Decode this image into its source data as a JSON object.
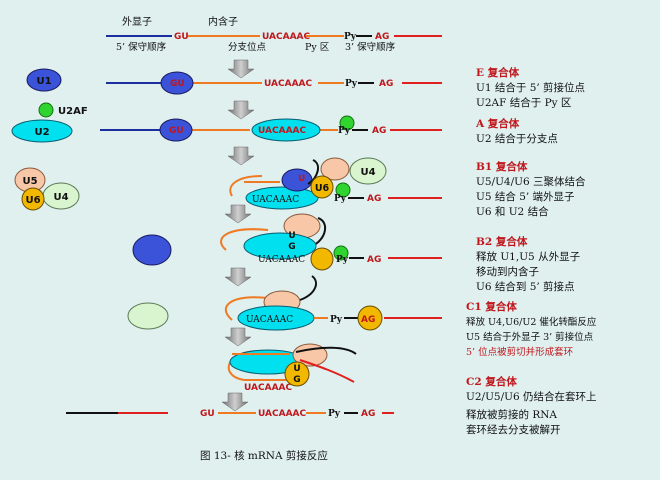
{
  "top_labels": {
    "exon": "外显子",
    "intron": "内含子",
    "seq_gu": "GU",
    "seq_uacaaac": "UACAAAC",
    "seq_py": "Py",
    "seq_ag": "AG",
    "conserved_5": "5’ 保守顺序",
    "branch_site": "分支位点",
    "py_region": "Py 区",
    "conserved_3": "3’ 保守顺序"
  },
  "particles": {
    "u1": "U1",
    "u2af": "U2AF",
    "u2": "U2",
    "u4": "U4",
    "u5": "U5",
    "u6": "U6",
    "u": "U",
    "g": "G"
  },
  "complexes": [
    {
      "title": "E 复合体",
      "lines": [
        "U1 结合于 5’ 剪接位点",
        "U2AF 结合于 Py 区"
      ]
    },
    {
      "title": "A 复合体",
      "lines": [
        "U2 结合于分支点"
      ]
    },
    {
      "title": "B1 复合体",
      "lines": [
        "U5/U4/U6 三聚体结合",
        "U5 结合 5’ 端外显子",
        "U6 和 U2 结合"
      ]
    },
    {
      "title": "B2 复合体",
      "lines": [
        "释放 U1,U5 从外显子",
        "移动到内含子",
        "U6 结合到 5’ 剪接点"
      ]
    },
    {
      "title": "C1 复合体",
      "lines": [
        "释放 U4,U6/U2 催化转酯反应",
        "U5 结合于外显子 3’ 剪接位点"
      ],
      "red_line": "5’ 位点被剪切并形成套环"
    },
    {
      "title": "C2 复合体",
      "lines": [
        "U2/U5/U6 仍结合在套环上"
      ]
    },
    {
      "title": "",
      "lines": [
        "释放被剪接的 RNA",
        "套环经去分支被解开"
      ]
    }
  ],
  "caption": "图 13- 核 mRNA 剪接反应",
  "colors": {
    "background": "#dff0ef",
    "exon5": "#1c2fa0",
    "exon3": "#e01f1f",
    "intron": "#f07a22",
    "u1": "#3b53d8",
    "u2": "#00e0ee",
    "u2af": "#2fd42f",
    "u4": "#d8f5cf",
    "u5": "#f7c7a8",
    "u6": "#f2b800",
    "arrow": "#888888"
  }
}
